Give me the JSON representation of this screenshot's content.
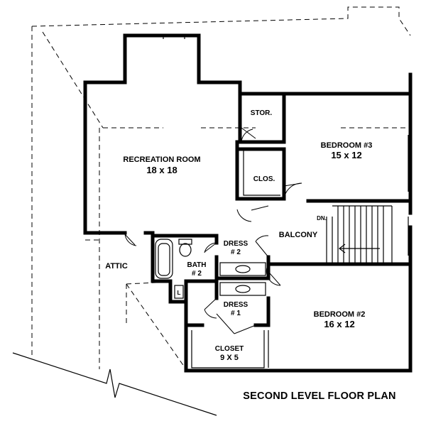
{
  "plan_title": "SECOND LEVEL FLOOR PLAN",
  "rooms": {
    "recreation_room": {
      "name": "RECREATION ROOM",
      "size": "18 x 18"
    },
    "bedroom_3": {
      "name": "BEDROOM #3",
      "size": "15 x 12"
    },
    "bedroom_2": {
      "name": "BEDROOM #2",
      "size": "16 x 12"
    },
    "storage": {
      "name": "STOR."
    },
    "closet_small": {
      "name": "CLOS."
    },
    "dress_2": {
      "name": "DRESS",
      "number": "# 2"
    },
    "dress_1": {
      "name": "DRESS",
      "number": "# 1"
    },
    "bath_2": {
      "name": "BATH",
      "number": "# 2"
    },
    "linen": {
      "name": "L"
    },
    "closet": {
      "name": "CLOSET",
      "size": "9 X 5"
    },
    "balcony": {
      "name": "BALCONY"
    },
    "attic": {
      "name": "ATTIC"
    },
    "stair_down": {
      "name": "DN."
    }
  }
}
